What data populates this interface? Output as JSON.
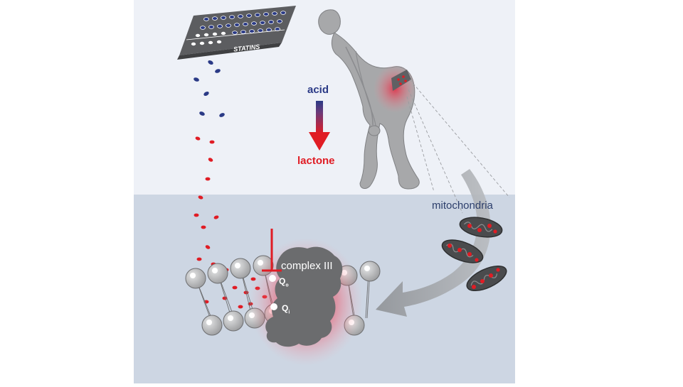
{
  "labels": {
    "statins": "STATINS",
    "acid": "acid",
    "lactone": "lactone",
    "mitochondria": "mitochondria",
    "complex": "complex III",
    "qo_main": "Q",
    "qo_sub": "o",
    "qi_main": "Q",
    "qi_sub": "i"
  },
  "colors": {
    "top_background": "#eef1f7",
    "bottom_background": "#cdd6e3",
    "acid_blue": "#2a3a86",
    "lactone_red": "#e01c24",
    "label_blue": "#2c3e6b",
    "human_gray": "#a7a8aa",
    "complex_gray": "#6b6c6e",
    "mitochondria_dark": "#4a4b4d",
    "lipid_head": "#b8b9bb"
  },
  "icons": {
    "blister_pack": "statin-blister-pack-icon",
    "person": "person-with-muscle-pain-icon",
    "mitochondrion": "mitochondrion-icon",
    "membrane": "lipid-bilayer-icon",
    "complex": "complex-iii-protein-icon"
  }
}
